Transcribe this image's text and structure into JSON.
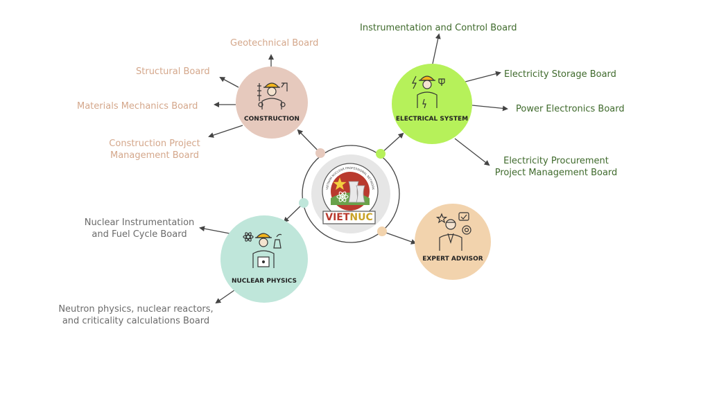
{
  "colors": {
    "construction": "#e6c9bd",
    "electrical": "#b6f15a",
    "nuclear": "#bfe6da",
    "expert": "#f2d3ad",
    "arrow": "#444444",
    "label_construction": "#d4a78b",
    "label_electrical": "#3f6a2c",
    "label_nuclear": "#6a6a6a"
  },
  "center": {
    "logo_word_left": "VIET",
    "logo_word_right": "NUC",
    "logo_ring_text": "VIETNAM NUCLEAR PROFESSIONAL NETWORK",
    "icons": [
      "star-icon",
      "cooling-tower-icon",
      "atom-icon"
    ]
  },
  "nodes": {
    "construction": {
      "title": "CONSTRUCTION",
      "icon": "construction-worker-icon"
    },
    "electrical": {
      "title": "ELECTRICAL SYSTEM",
      "icon": "electrician-icon"
    },
    "nuclear": {
      "title": "NUCLEAR PHYSICS",
      "icon": "nuclear-worker-icon"
    },
    "expert": {
      "title": "EXPERT ADVISOR",
      "icon": "expert-advisor-icon"
    }
  },
  "boards": {
    "construction": [
      "Geotechnical Board",
      "Structural Board",
      "Materials Mechanics Board",
      [
        "Construction Project",
        "Management Board"
      ]
    ],
    "electrical": [
      "Instrumentation and Control Board",
      "Electricity Storage Board",
      "Power Electronics Board",
      [
        "Electricity Procurement",
        "Project Management Board"
      ]
    ],
    "nuclear": [
      [
        "Nuclear Instrumentation",
        "and Fuel Cycle Board"
      ],
      [
        "Neutron physics, nuclear reactors,",
        "and criticality calculations Board"
      ]
    ]
  }
}
